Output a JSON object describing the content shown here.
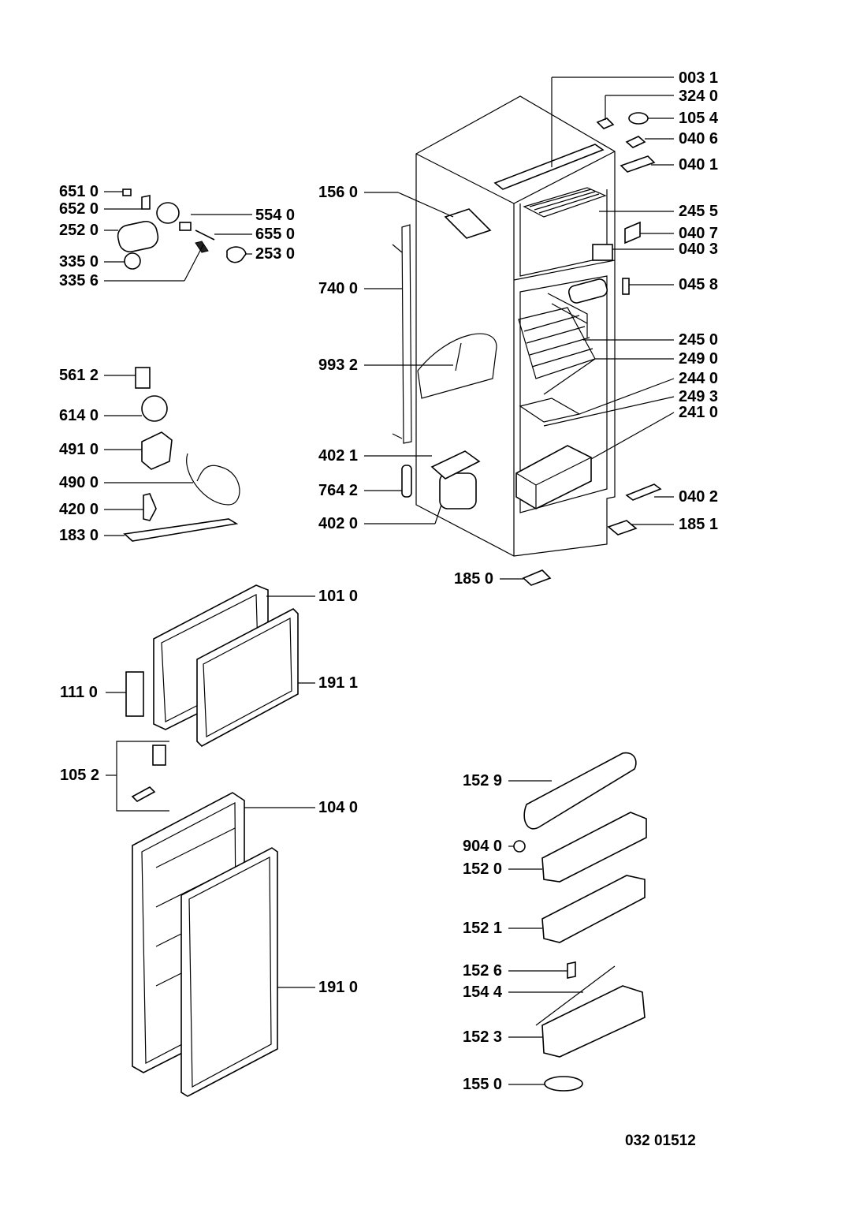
{
  "labels": {
    "l0031": "003 1",
    "l3240": "324 0",
    "l1054": "105 4",
    "l0406": "040 6",
    "l0401": "040 1",
    "l6510": "651 0",
    "l6520": "652 0",
    "l2520": "252 0",
    "l3350": "335 0",
    "l3356": "335 6",
    "l5540": "554 0",
    "l6550": "655 0",
    "l2530": "253 0",
    "l1560": "156 0",
    "l2455": "245 5",
    "l0407": "040 7",
    "l0403": "040 3",
    "l7400": "740 0",
    "l0458": "045 8",
    "l2450": "245 0",
    "l2490": "249 0",
    "l2440": "244 0",
    "l2493": "249 3",
    "l2410": "241 0",
    "l9932": "993 2",
    "l5612": "561 2",
    "l6140": "614 0",
    "l4910": "491 0",
    "l4900": "490 0",
    "l4200": "420 0",
    "l1830": "183 0",
    "l4021": "402 1",
    "l7642": "764 2",
    "l4020": "402 0",
    "l0402": "040 2",
    "l1851": "185 1",
    "l1850": "185 0",
    "l1010": "101 0",
    "l1911": "191 1",
    "l1110": "111 0",
    "l1052": "105 2",
    "l1040": "104 0",
    "l1910": "191 0",
    "l1529": "152 9",
    "l9040": "904 0",
    "l1520": "152 0",
    "l1521": "152 1",
    "l1526": "152 6",
    "l1544": "154 4",
    "l1523": "152 3",
    "l1550": "155 0"
  },
  "document_number": "032 01512"
}
